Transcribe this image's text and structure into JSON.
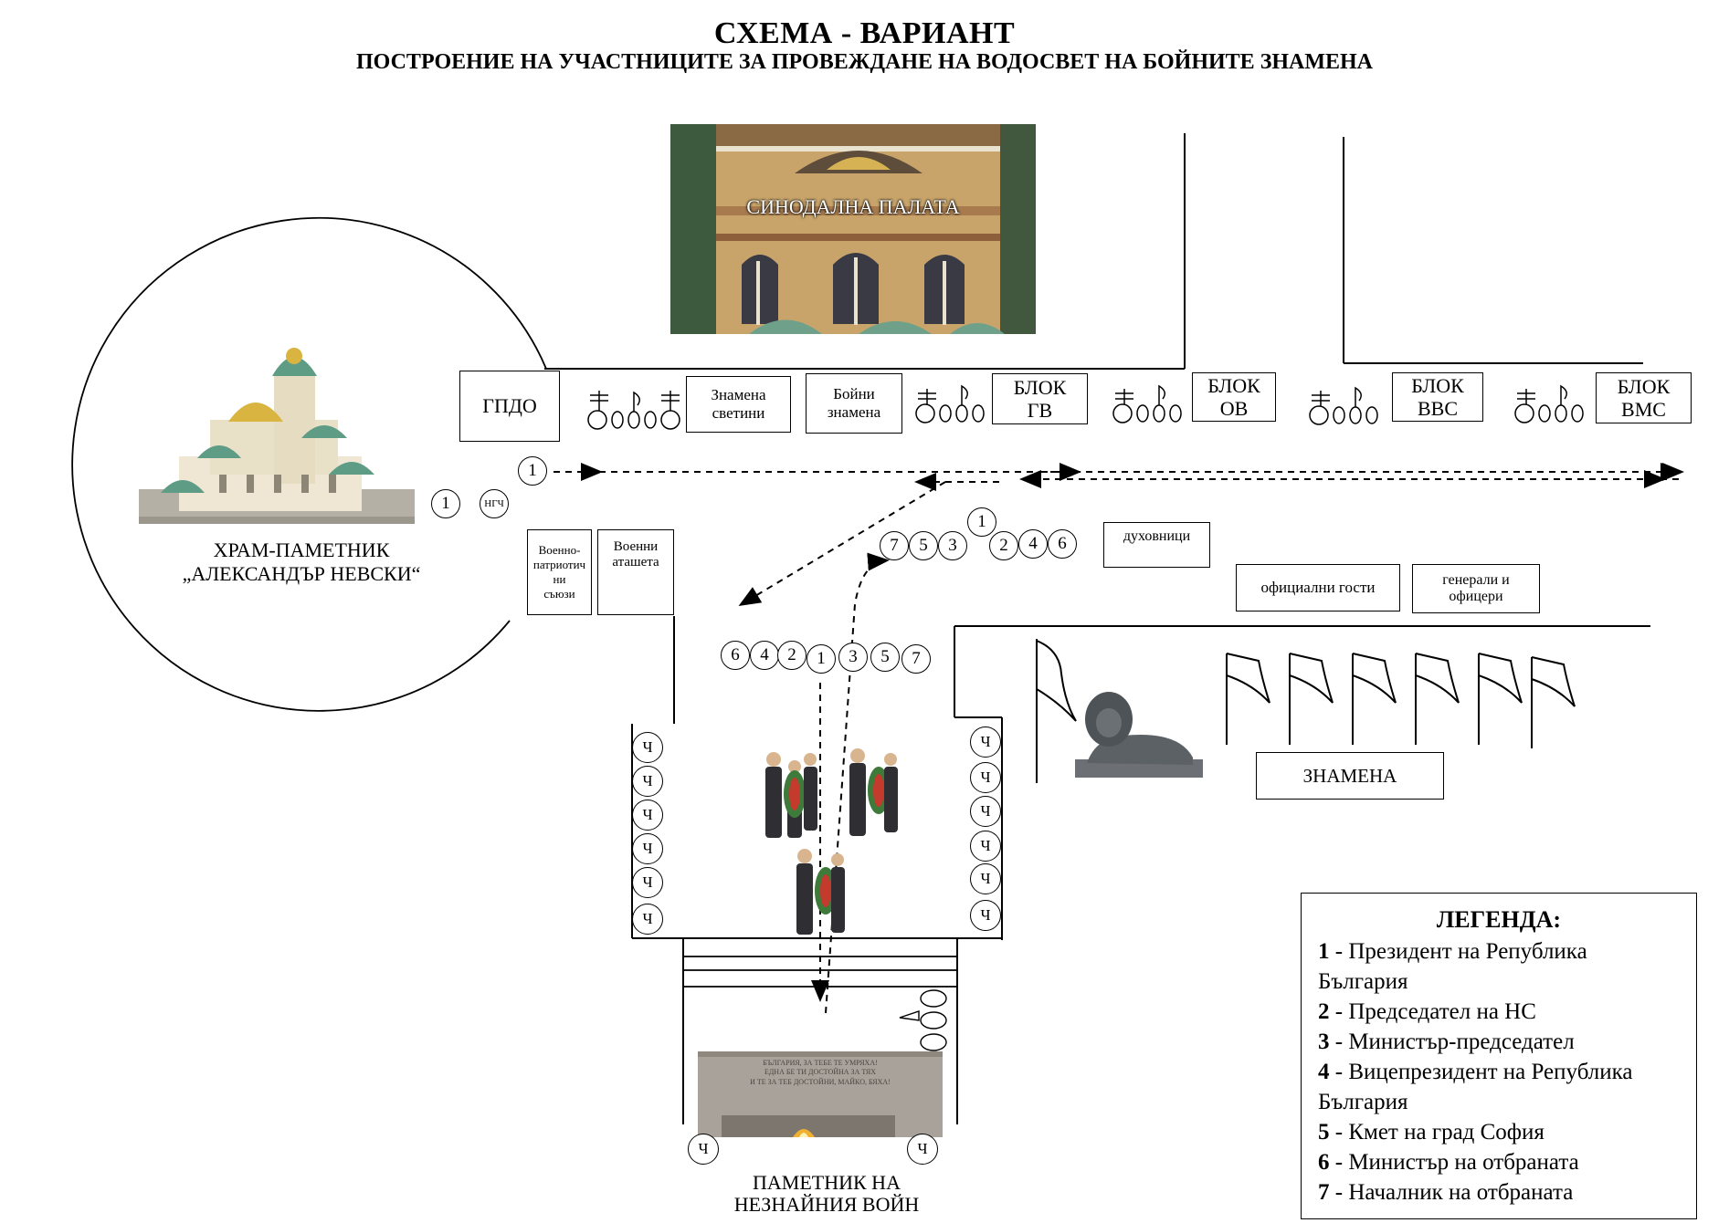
{
  "title": "СХЕМА - ВАРИАНТ",
  "subtitle": "ПОСТРОЕНИЕ НА УЧАСТНИЦИТЕ ЗА ПРОВЕЖДАНЕ НА ВОДОСВЕТ НА БОЙНИТЕ ЗНАМЕНА",
  "synod_label": "СИНОДАЛНА ПАЛАТА",
  "cathedral_label_1": "ХРАМ-ПАМЕТНИК",
  "cathedral_label_2": "„АЛЕКСАНДЪР НЕВСКИ“",
  "monument_label_1": "ПАМЕТНИК НА",
  "monument_label_2": "НЕЗНАЙНИЯ ВОЙН",
  "monument_inscription": [
    "БЪЛГАРИЯ, ЗА ТЕБЕ ТЕ УМРЯХА!",
    "ЕДНА БЕ ТИ ДОСТОЙНА ЗА ТЯХ",
    "И ТЕ ЗА ТЕБ ДОСТОЙНИ, МАЙКО, БЯХА!"
  ],
  "boxes": {
    "gpdo": "ГПДО",
    "znamena_svetini": [
      "Знамена",
      "светини"
    ],
    "boyni_znamena": [
      "Бойни",
      "знамена"
    ],
    "blok_gv": [
      "БЛОК",
      "ГВ"
    ],
    "blok_ov": [
      "БЛОК",
      "ОВ"
    ],
    "blok_vvs": [
      "БЛОК",
      "ВВС"
    ],
    "blok_vms": [
      "БЛОК",
      "ВМС"
    ],
    "voenno_patr": [
      "Военно-",
      "патриотич",
      "ни",
      "съюзи"
    ],
    "voenni_atasheta": [
      "Военни",
      "аташета"
    ],
    "duhovnici": "духовници",
    "oficialni_gosti": "официални гости",
    "generali": [
      "генерали и",
      "офицери"
    ],
    "znamena": "ЗНАМЕНА"
  },
  "markers": {
    "one": "1",
    "ngch": "НГЧ",
    "ch": "Ч",
    "group_top_left": [
      "7",
      "5",
      "3"
    ],
    "group_top_right": [
      "2",
      "4",
      "6"
    ],
    "group_mid": [
      "6",
      "4",
      "2",
      "1",
      "3",
      "5",
      "7"
    ]
  },
  "legend": {
    "heading": "ЛЕГЕНДА:",
    "items": [
      {
        "num": "1",
        "text": " - Президент на Република България"
      },
      {
        "num": "2",
        "text": " - Председател на НС"
      },
      {
        "num": "3",
        "text": " - Министър-председател"
      },
      {
        "num": "4",
        "text": " - Вицепрезидент на Република България"
      },
      {
        "num": "5",
        "text": " - Кмет на град София"
      },
      {
        "num": "6",
        "text": " - Министър на отбраната"
      },
      {
        "num": "7",
        "text": " - Началник на отбраната"
      }
    ]
  },
  "colors": {
    "stone": "#a9a29a",
    "facade": "#c8a46a",
    "dome_green": "#5f9c86",
    "gold": "#d9b440",
    "lion": "#5c6165"
  }
}
